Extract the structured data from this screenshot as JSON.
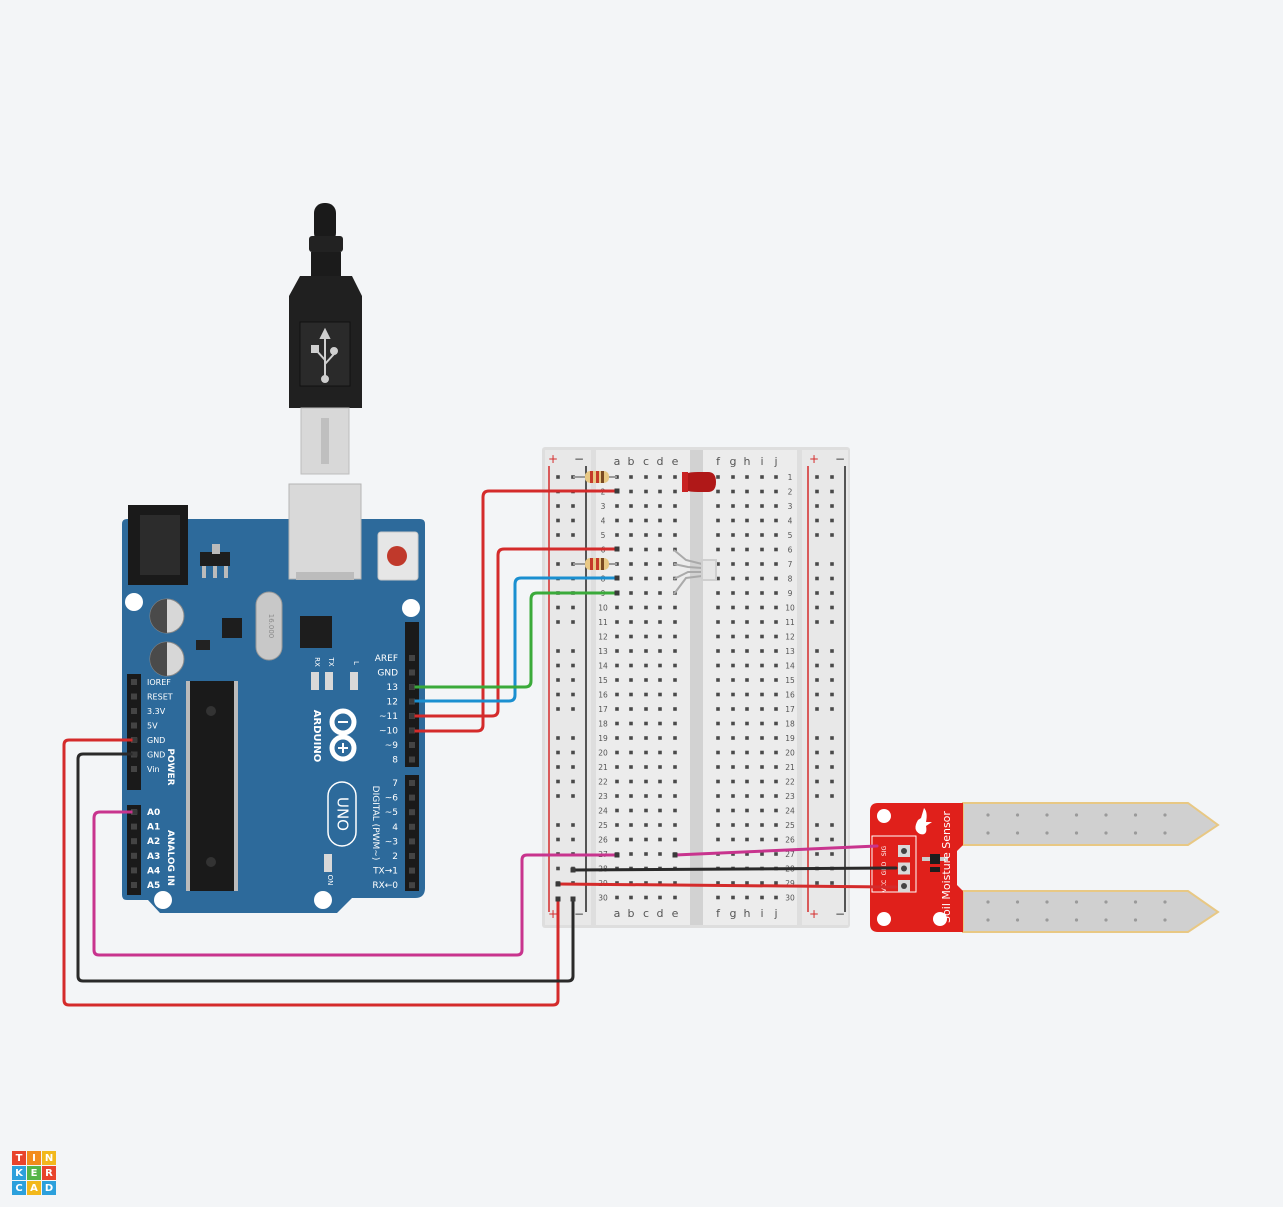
{
  "arduino": {
    "brand": "ARDUINO",
    "model": "UNO",
    "crystal": "16.000",
    "power_header": {
      "title": "POWER",
      "pins": [
        "IOREF",
        "RESET",
        "3.3V",
        "5V",
        "GND",
        "GND",
        "Vin"
      ]
    },
    "analog_header": {
      "title": "ANALOG IN",
      "pins": [
        "A0",
        "A1",
        "A2",
        "A3",
        "A4",
        "A5"
      ]
    },
    "digital_title": "DIGITAL (PWM~)",
    "digital_top_pins": [
      "AREF",
      "GND",
      "13",
      "12",
      "~11",
      "~10",
      "~9",
      "8"
    ],
    "digital_bottom_pins": [
      "7",
      "~6",
      "~5",
      "4",
      "~3",
      "2",
      "TX→1",
      "RX←0"
    ],
    "leds": {
      "rx": "RX",
      "tx": "TX",
      "l": "L",
      "on": "ON"
    }
  },
  "breadboard": {
    "cols_left": [
      "a",
      "b",
      "c",
      "d",
      "e"
    ],
    "cols_right": [
      "f",
      "g",
      "h",
      "i",
      "j"
    ],
    "rail_plus": "+",
    "rail_minus": "−",
    "row_numbers": [
      "1",
      "2",
      "3",
      "4",
      "5",
      "6",
      "7",
      "8",
      "9",
      "10",
      "11",
      "12",
      "13",
      "14",
      "15",
      "16",
      "17",
      "18",
      "19",
      "20",
      "21",
      "22",
      "23",
      "24",
      "25",
      "26",
      "27",
      "28",
      "29",
      "30"
    ]
  },
  "sensor": {
    "label": "Soil Moisture Sensor",
    "pins": [
      "SIG",
      "GND",
      "VCC"
    ]
  },
  "colors": {
    "board": "#2d6a9b",
    "wire_red": "#d42b2b",
    "wire_black": "#2a2a2a",
    "wire_green": "#3aaa3a",
    "wire_blue": "#1a8fd0",
    "wire_magenta": "#c8348e",
    "sensor_red": "#e0201b",
    "led_red": "#b01818"
  },
  "logo": {
    "letters": [
      "T",
      "I",
      "N",
      "K",
      "E",
      "R",
      "C",
      "A",
      "D"
    ],
    "colors": [
      "#e8442c",
      "#f28c1c",
      "#f2b81c",
      "#2ca0dc",
      "#55b548",
      "#e8442c",
      "#2ca0dc",
      "#f2b81c",
      "#2ca0dc"
    ]
  }
}
